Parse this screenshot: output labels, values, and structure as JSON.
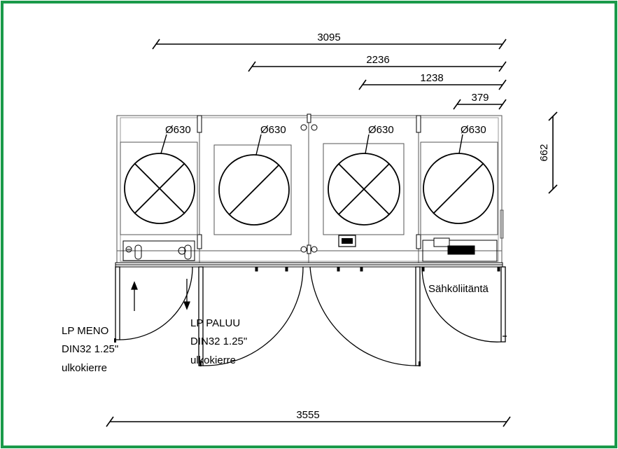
{
  "colors": {
    "frame_border": "#1a9a4a",
    "line": "#000000",
    "equipment_outline": "#555555"
  },
  "dimensions": {
    "d3095": "3095",
    "d2236": "2236",
    "d1238": "1238",
    "d379": "379",
    "d662": "662",
    "d3555": "3555"
  },
  "fans": [
    {
      "diameter": "Ø630"
    },
    {
      "diameter": "Ø630"
    },
    {
      "diameter": "Ø630"
    },
    {
      "diameter": "Ø630"
    }
  ],
  "labels": {
    "lp_meno": [
      "LP MENO",
      "DIN32 1.25\"",
      "ulkokierre"
    ],
    "lp_paluu": [
      "LP PALUU",
      "DIN32 1.25\"",
      "ulkokierre"
    ],
    "sahkoliitanta": "Sähköliitäntä"
  }
}
